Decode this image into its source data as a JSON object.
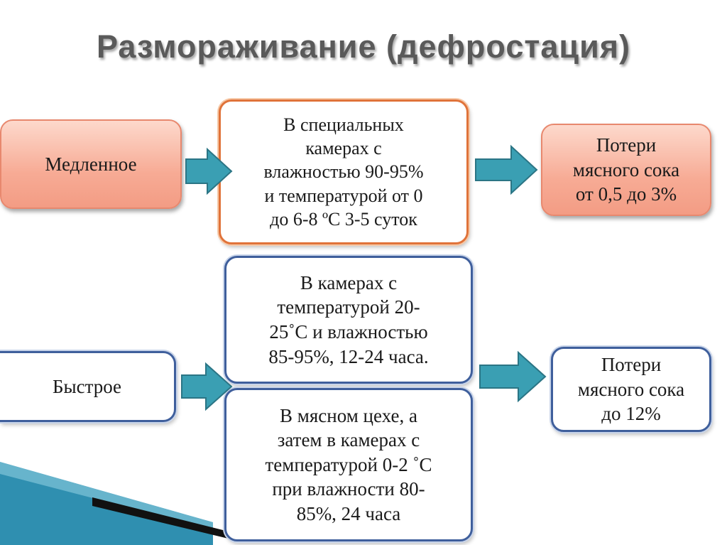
{
  "title": "Размораживание (дефростация)",
  "slow": {
    "label": "Медленное",
    "method": "В специальных\nкамерах с\nвлажностью 90-95%\nи температурой от 0\nдо 6-8 ºС 3-5 суток",
    "result": "Потери\nмясного сока\nот 0,5 до 3%"
  },
  "fast": {
    "label": "Быстрое",
    "method1": "В камерах с\nтемпературой 20-\n25˚С и влажностью\n85-95%, 12-24 часа.",
    "method2": "В мясном цехе, а\nзатем в камерах с\nтемпературой 0-2 ˚С\nпри влажности 80-\n85%, 24 часа",
    "result": "Потери\nмясного сока\nдо 12%"
  },
  "colors": {
    "arrow_fill": "#3a9fb3",
    "arrow_stroke": "#2b7585",
    "peach": "#f7ab95",
    "orange_border": "#e0733a",
    "blue_border": "#3f5f9c",
    "title": "#5a5a5a"
  }
}
